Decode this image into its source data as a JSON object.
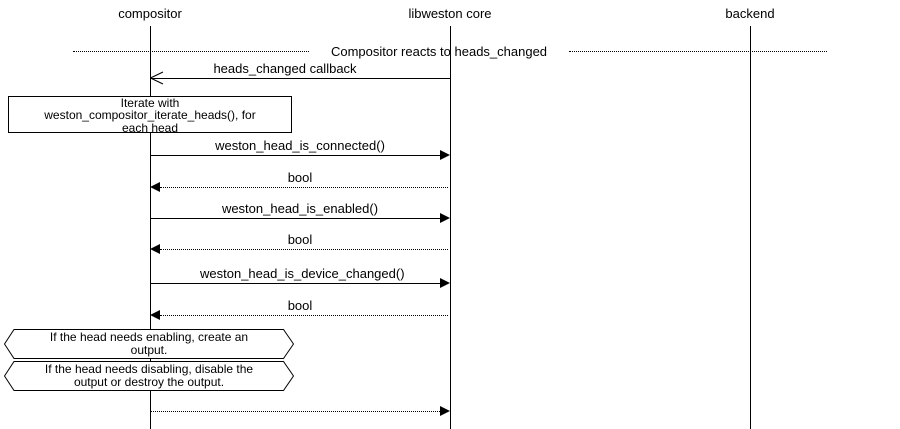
{
  "diagram_type": "sequence",
  "actors": [
    {
      "id": "compositor",
      "label": "compositor"
    },
    {
      "id": "libweston-core",
      "label": "libweston core"
    },
    {
      "id": "backend",
      "label": "backend"
    }
  ],
  "divider": {
    "label": "Compositor reacts to heads_changed"
  },
  "messages": [
    {
      "label": "heads_changed callback",
      "from": "libweston core",
      "to": "compositor",
      "line": "solid",
      "arrowhead": "open"
    },
    {
      "label": "weston_head_is_connected()",
      "from": "compositor",
      "to": "libweston core",
      "line": "solid",
      "arrowhead": "filled"
    },
    {
      "label": "bool",
      "from": "libweston core",
      "to": "compositor",
      "line": "dotted",
      "arrowhead": "filled"
    },
    {
      "label": "weston_head_is_enabled()",
      "from": "compositor",
      "to": "libweston core",
      "line": "solid",
      "arrowhead": "filled"
    },
    {
      "label": "bool",
      "from": "libweston core",
      "to": "compositor",
      "line": "dotted",
      "arrowhead": "filled"
    },
    {
      "label": "weston_head_is_device_changed()",
      "from": "compositor",
      "to": "libweston core",
      "line": "solid",
      "arrowhead": "filled"
    },
    {
      "label": "bool",
      "from": "libweston core",
      "to": "compositor",
      "line": "dotted",
      "arrowhead": "filled"
    },
    {
      "label": "",
      "from": "compositor",
      "to": "libweston core",
      "line": "dotted",
      "arrowhead": "filled"
    }
  ],
  "notes": {
    "iterate": {
      "shape": "rect",
      "text": "Iterate with\nweston_compositor_iterate_heads(), for\neach head"
    },
    "enable": {
      "shape": "hexagon",
      "text": "If the head needs enabling, create an\noutput."
    },
    "disable": {
      "shape": "hexagon",
      "text": "If the head needs disabling, disable the\noutput or destroy the output."
    }
  },
  "colors": {
    "line": "#000000",
    "background": "#ffffff"
  }
}
